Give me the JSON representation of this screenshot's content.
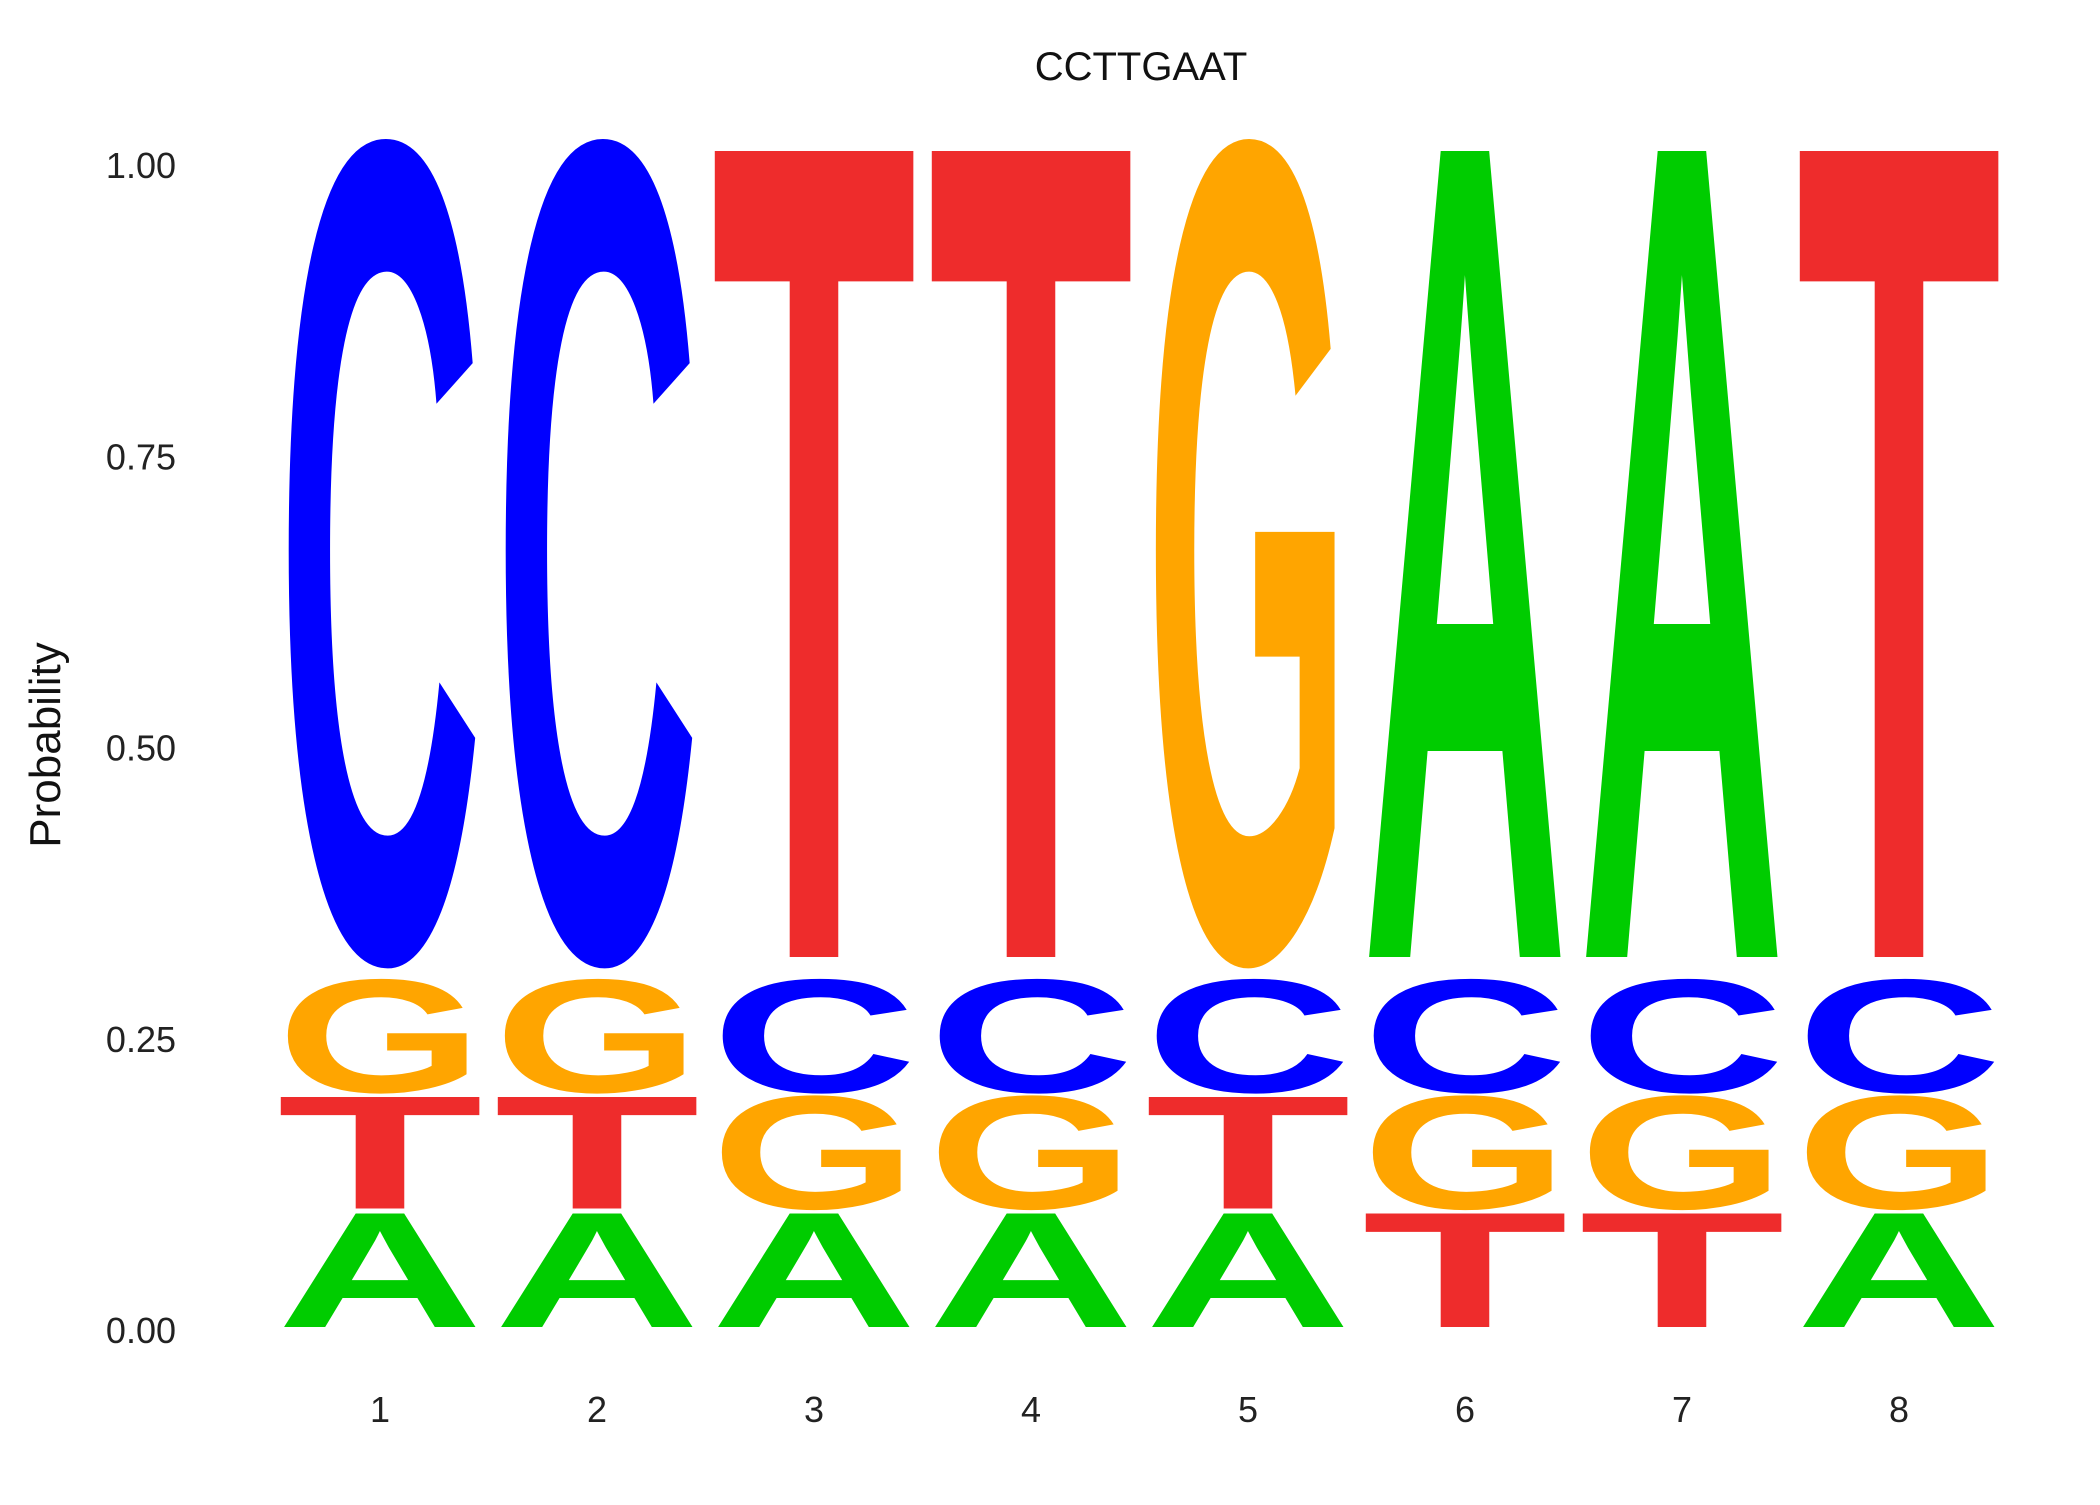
{
  "chart_data": {
    "type": "sequence-logo",
    "title": "CCTTGAAT",
    "ylabel": "Probability",
    "xlabel": "",
    "ylim": [
      0,
      1
    ],
    "yticks": [
      "0.00",
      "0.25",
      "0.50",
      "0.75",
      "1.00"
    ],
    "ytick_values": [
      0,
      0.25,
      0.5,
      0.75,
      1.0
    ],
    "positions": [
      "1",
      "2",
      "3",
      "4",
      "5",
      "6",
      "7",
      "8"
    ],
    "colors": {
      "A": "#00CC00",
      "C": "#0000FF",
      "G": "#FFA500",
      "T": "#EE2C2C"
    },
    "stacks": [
      [
        {
          "letter": "A",
          "p": 0.1
        },
        {
          "letter": "T",
          "p": 0.1
        },
        {
          "letter": "G",
          "p": 0.1
        },
        {
          "letter": "C",
          "p": 0.7
        }
      ],
      [
        {
          "letter": "A",
          "p": 0.1
        },
        {
          "letter": "T",
          "p": 0.1
        },
        {
          "letter": "G",
          "p": 0.1
        },
        {
          "letter": "C",
          "p": 0.7
        }
      ],
      [
        {
          "letter": "A",
          "p": 0.1
        },
        {
          "letter": "G",
          "p": 0.1
        },
        {
          "letter": "C",
          "p": 0.1
        },
        {
          "letter": "T",
          "p": 0.7
        }
      ],
      [
        {
          "letter": "A",
          "p": 0.1
        },
        {
          "letter": "G",
          "p": 0.1
        },
        {
          "letter": "C",
          "p": 0.1
        },
        {
          "letter": "T",
          "p": 0.7
        }
      ],
      [
        {
          "letter": "A",
          "p": 0.1
        },
        {
          "letter": "T",
          "p": 0.1
        },
        {
          "letter": "C",
          "p": 0.1
        },
        {
          "letter": "G",
          "p": 0.7
        }
      ],
      [
        {
          "letter": "T",
          "p": 0.1
        },
        {
          "letter": "G",
          "p": 0.1
        },
        {
          "letter": "C",
          "p": 0.1
        },
        {
          "letter": "A",
          "p": 0.7
        }
      ],
      [
        {
          "letter": "T",
          "p": 0.1
        },
        {
          "letter": "G",
          "p": 0.1
        },
        {
          "letter": "C",
          "p": 0.1
        },
        {
          "letter": "A",
          "p": 0.7
        }
      ],
      [
        {
          "letter": "A",
          "p": 0.1
        },
        {
          "letter": "G",
          "p": 0.1
        },
        {
          "letter": "C",
          "p": 0.1
        },
        {
          "letter": "T",
          "p": 0.7
        }
      ]
    ],
    "grid": false,
    "legend": "none"
  }
}
